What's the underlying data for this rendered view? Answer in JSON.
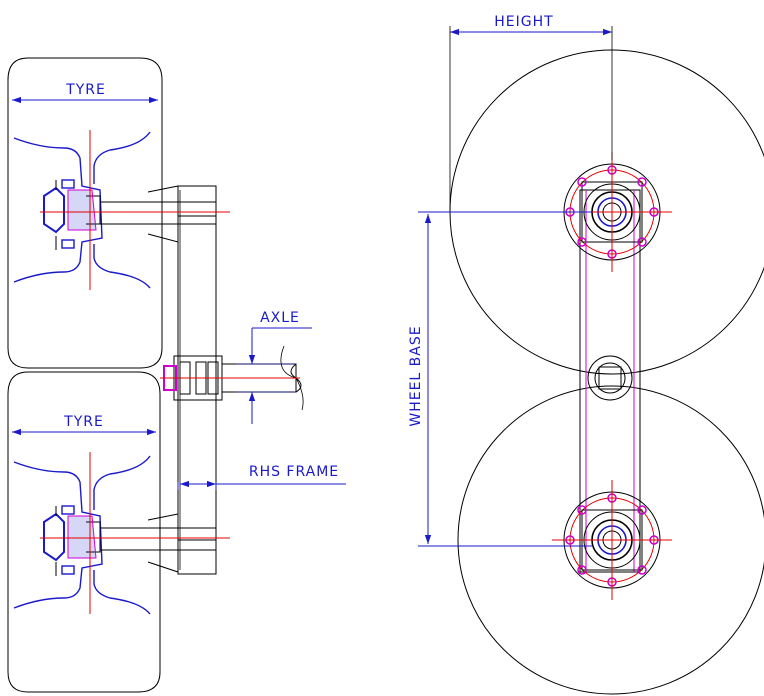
{
  "labels": {
    "tyre_top": "TYRE",
    "tyre_bottom": "TYRE",
    "axle": "AXLE",
    "rhs_frame": "RHS FRAME",
    "height": "HEIGHT",
    "wheel_base": "WHEEL BASE"
  },
  "colors": {
    "outline": "#000000",
    "dimension": "#1a1acc",
    "centerline": "#e60000",
    "hub": "#1a1acc",
    "bolt": "#cc00cc"
  }
}
